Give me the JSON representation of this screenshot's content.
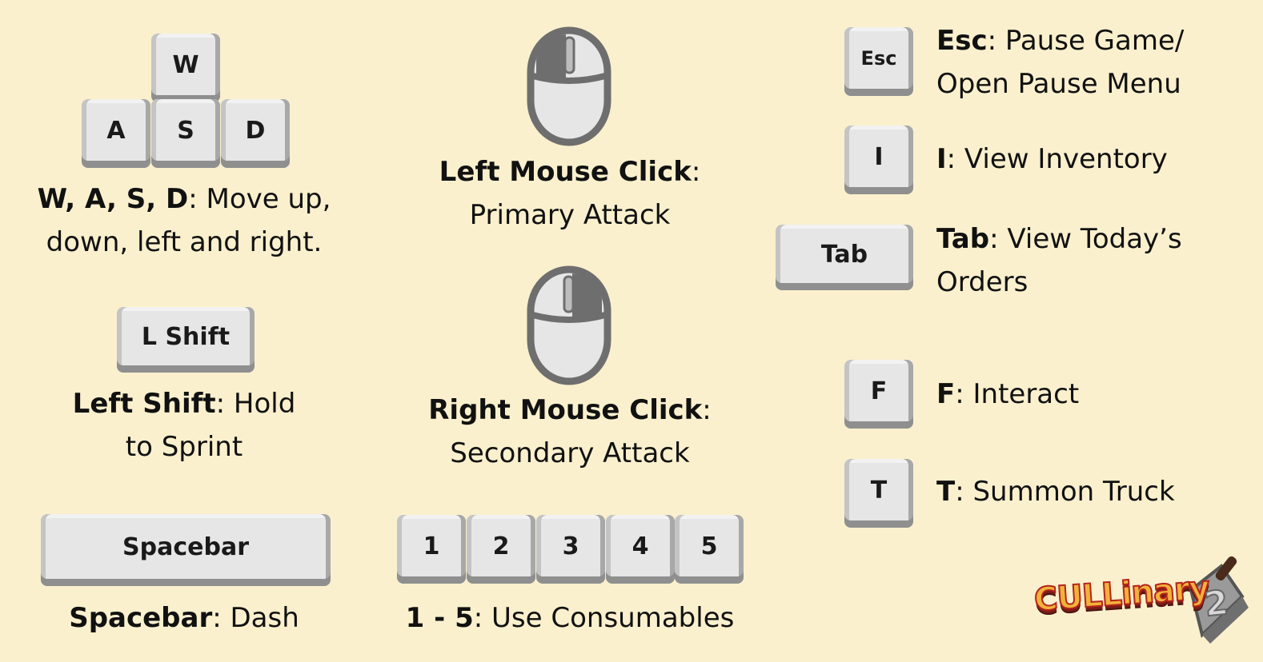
{
  "keys": {
    "w": "W",
    "a": "A",
    "s": "S",
    "d": "D",
    "lshift": "L Shift",
    "spacebar": "Spacebar",
    "esc": "Esc",
    "i": "I",
    "tab": "Tab",
    "f": "F",
    "t": "T",
    "n1": "1",
    "n2": "2",
    "n3": "3",
    "n4": "4",
    "n5": "5"
  },
  "captions": {
    "wasd_bold": "W, A, S, D",
    "wasd_line1": ": Move up,",
    "wasd_line2": "down, left and right.",
    "shift_bold": "Left Shift",
    "shift_line1": ": Hold",
    "shift_line2": "to Sprint",
    "space_bold": "Spacebar",
    "space_rest": ": Dash",
    "lmb_bold": "Left Mouse Click",
    "lmb_colon": ":",
    "lmb_line2": "Primary Attack",
    "rmb_bold": "Right Mouse Click",
    "rmb_colon": ":",
    "rmb_line2": "Secondary Attack",
    "nums_bold": "1 - 5",
    "nums_rest": ": Use Consumables",
    "esc_bold": "Esc",
    "esc_line1": ": Pause Game/",
    "esc_line2": "Open Pause Menu",
    "i_bold": "I",
    "i_rest": ": View Inventory",
    "tab_bold": "Tab",
    "tab_line1": ": View Today’s",
    "tab_line2": "Orders",
    "f_bold": "F",
    "f_rest": ": Interact",
    "t_bold": "T",
    "t_rest": ": Summon Truck"
  },
  "logo": {
    "text": "CULLinary",
    "number": "2"
  },
  "colors": {
    "background": "#faf0cd",
    "key_face": "#e6e6e6",
    "key_shadow": "#8f8f8f",
    "mouse_outline": "#6e6e6e",
    "mouse_fill": "#e6e6e6"
  }
}
